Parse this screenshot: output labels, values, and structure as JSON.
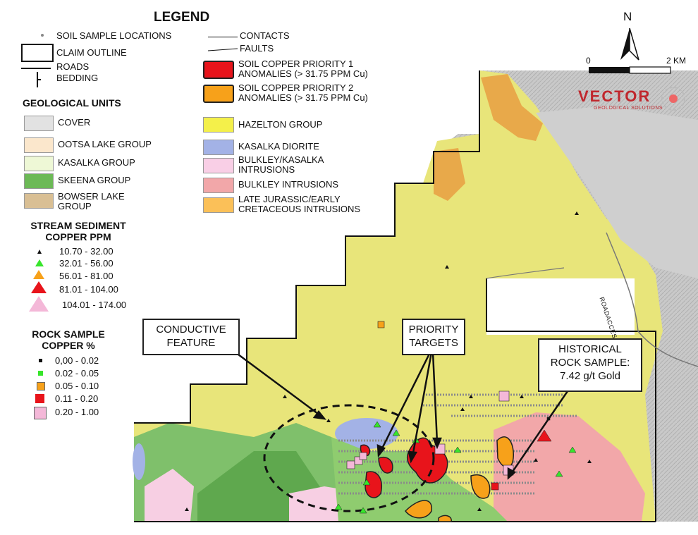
{
  "legend": {
    "title": "LEGEND",
    "symbols": [
      {
        "label": "SOIL SAMPLE LOCATIONS",
        "icon": "soil-sample-dot-icon"
      },
      {
        "label": "CLAIM OUTLINE",
        "icon": "claim-outline-icon"
      },
      {
        "label": "ROADS",
        "icon": "road-line-icon"
      },
      {
        "label": "BEDDING",
        "icon": "bedding-symbol-icon"
      },
      {
        "label": "CONTACTS",
        "icon": "contact-line-icon"
      },
      {
        "label": "FAULTS",
        "icon": "fault-line-icon"
      }
    ],
    "anomalies": [
      {
        "label": "SOIL COPPER PRIORITY 1\nANOMALIES (> 31.75 PPM Cu)",
        "color": "#e8141b"
      },
      {
        "label": "SOIL COPPER PRIORITY 2\nANOMALIES (> 31.75 PPM Cu)",
        "color": "#f7a11a"
      }
    ],
    "geo_title": "GEOLOGICAL UNITS",
    "units_left": [
      {
        "label": "COVER",
        "color": "#e2e2e2"
      },
      {
        "label": "OOTSA LAKE GROUP",
        "color": "#fbe7cc"
      },
      {
        "label": "KASALKA GROUP",
        "color": "#eef8d6"
      },
      {
        "label": "SKEENA GROUP",
        "color": "#6cb956"
      },
      {
        "label": "BOWSER LAKE\nGROUP",
        "color": "#d9bf94"
      }
    ],
    "units_right": [
      {
        "label": "HAZELTON GROUP",
        "color": "#f4f04a"
      },
      {
        "label": "KASALKA DIORITE",
        "color": "#a3b2e6"
      },
      {
        "label": "BULKLEY/KASALKA\nINTRUSIONS",
        "color": "#f9cfe6"
      },
      {
        "label": "BULKLEY INTRUSIONS",
        "color": "#f2a7a9"
      },
      {
        "label": "LATE JURASSIC/EARLY\nCRETACEOUS  INTRUSIONS",
        "color": "#fbc058"
      }
    ],
    "stream_title": "STREAM SEDIMENT\nCOPPER PPM",
    "stream_classes": [
      {
        "label": "10.70 - 32.00",
        "color": "#111111"
      },
      {
        "label": "32.01 - 56.00",
        "color": "#37e52b"
      },
      {
        "label": "56.01 - 81.00",
        "color": "#f7a11a"
      },
      {
        "label": "81.01 - 104.00",
        "color": "#e8141b"
      },
      {
        "label": "104.01 - 174.00",
        "color": "#f4b8d8"
      }
    ],
    "rock_title": "ROCK SAMPLE\nCOPPER %",
    "rock_classes": [
      {
        "label": "0,00 - 0.02",
        "color": "#111111"
      },
      {
        "label": "0.02 - 0.05",
        "color": "#37e52b"
      },
      {
        "label": "0.05 - 0.10",
        "color": "#f7a11a"
      },
      {
        "label": "0.11 - 0.20",
        "color": "#e8141b"
      },
      {
        "label": "0.20 - 1.00",
        "color": "#f4b8d8"
      }
    ]
  },
  "north_arrow": "N",
  "scale": {
    "start": "0",
    "end": "2 KM"
  },
  "logo": {
    "name": "VECTOR",
    "tagline": "GEOLOGICAL SOLUTIONS"
  },
  "road_label": "ROADACCESS",
  "callouts": {
    "conductive": "CONDUCTIVE\nFEATURE",
    "priority": "PRIORITY\nTARGETS",
    "historical": "HISTORICAL\nROCK SAMPLE:\n7.42 g/t Gold"
  }
}
